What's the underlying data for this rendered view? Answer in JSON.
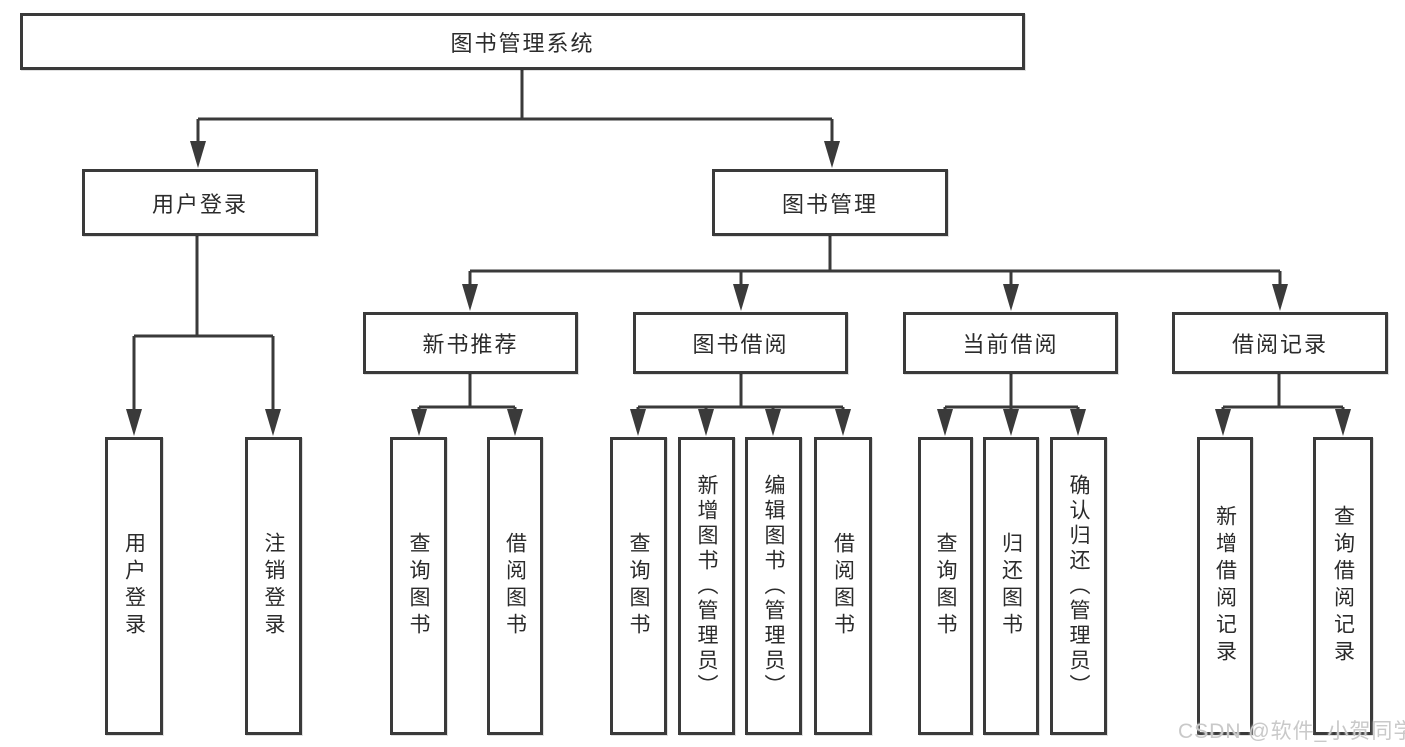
{
  "nodes": {
    "root": "图书管理系统",
    "l2_user_login": "用户登录",
    "l2_book_management": "图书管理",
    "l3_new_book_recommend": "新书推荐",
    "l3_book_borrow": "图书借阅",
    "l3_current_borrow": "当前借阅",
    "l3_borrow_record": "借阅记录",
    "leaf_user_login": "用户登录",
    "leaf_logout": "注销登录",
    "leaf_query_book_a": "查询图书",
    "leaf_borrow_book_a": "借阅图书",
    "leaf_query_book_b": "查询图书",
    "leaf_add_book": "新增图书（管理员）",
    "leaf_edit_book": "编辑图书（管理员）",
    "leaf_borrow_book_b": "借阅图书",
    "leaf_query_book_c": "查询图书",
    "leaf_return_book": "归还图书",
    "leaf_confirm_return": "确认归还（管理员）",
    "leaf_add_borrow_record": "新增借阅记录",
    "leaf_query_borrow_record": "查询借阅记录"
  },
  "watermark": "CSDN @软件_小贺同学",
  "colors": {
    "line": "#3a3a3a",
    "text": "#2b2b2b",
    "background": "#ffffff",
    "watermark": "#c9c9c9"
  }
}
